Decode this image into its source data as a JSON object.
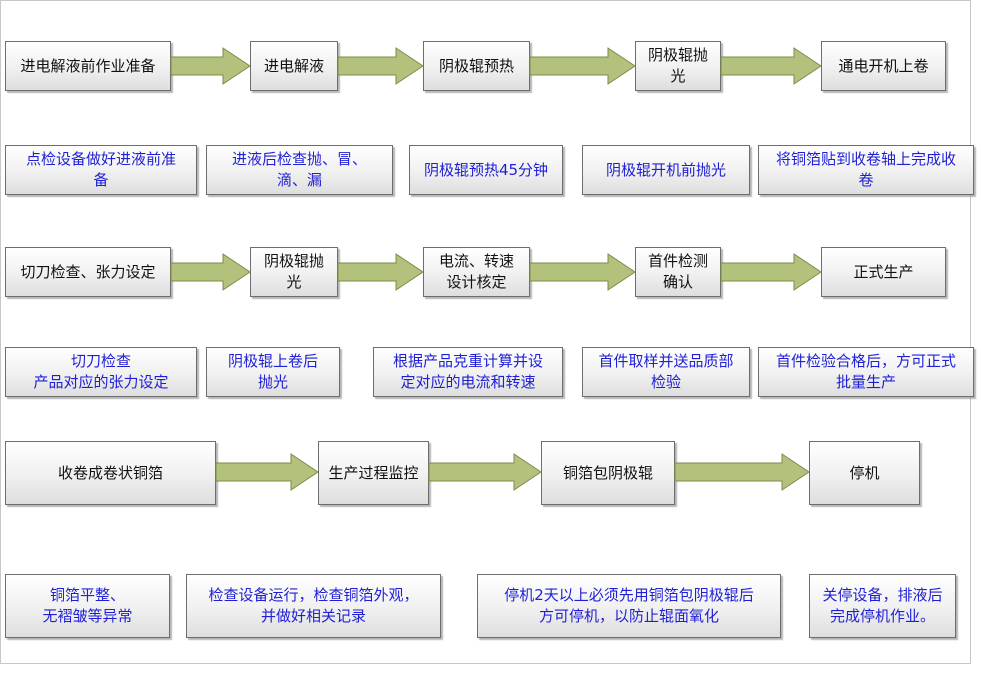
{
  "colors": {
    "arrow_fill": "#b2c17b",
    "arrow_stroke": "#7d8b4a",
    "note_text": "#1f1fd6",
    "process_text": "#111111"
  },
  "rows": [
    {
      "steps": [
        "进电解液前作业准备",
        "进电解液",
        "阴极辊预热",
        "阴极辊抛\n光",
        "通电开机上卷"
      ],
      "notes": [
        "点检设备做好进液前准\n备",
        "进液后检查抛、冒、\n滴、漏",
        "阴极辊预热45分钟",
        "阴极辊开机前抛光",
        "将铜箔贴到收卷轴上完成收\n卷"
      ]
    },
    {
      "steps": [
        "切刀检查、张力设定",
        "阴极辊抛\n光",
        "电流、转速\n设计核定",
        "首件检测\n确认",
        "正式生产"
      ],
      "notes": [
        "切刀检查\n产品对应的张力设定",
        "阴极辊上卷后\n抛光",
        "根据产品克重计算并设\n定对应的电流和转速",
        "首件取样并送品质部\n检验",
        "首件检验合格后，方可正式\n批量生产"
      ]
    },
    {
      "steps": [
        "收卷成卷状铜箔",
        "生产过程监控",
        "铜箔包阴极辊",
        "停机"
      ],
      "notes": [
        "铜箔平整、\n无褶皱等异常",
        "检查设备运行，检查铜箔外观，\n并做好相关记录",
        "停机2天以上必须先用铜箔包阴极辊后\n方可停机，以防止辊面氧化",
        "关停设备，排液后\n完成停机作业。"
      ]
    }
  ]
}
